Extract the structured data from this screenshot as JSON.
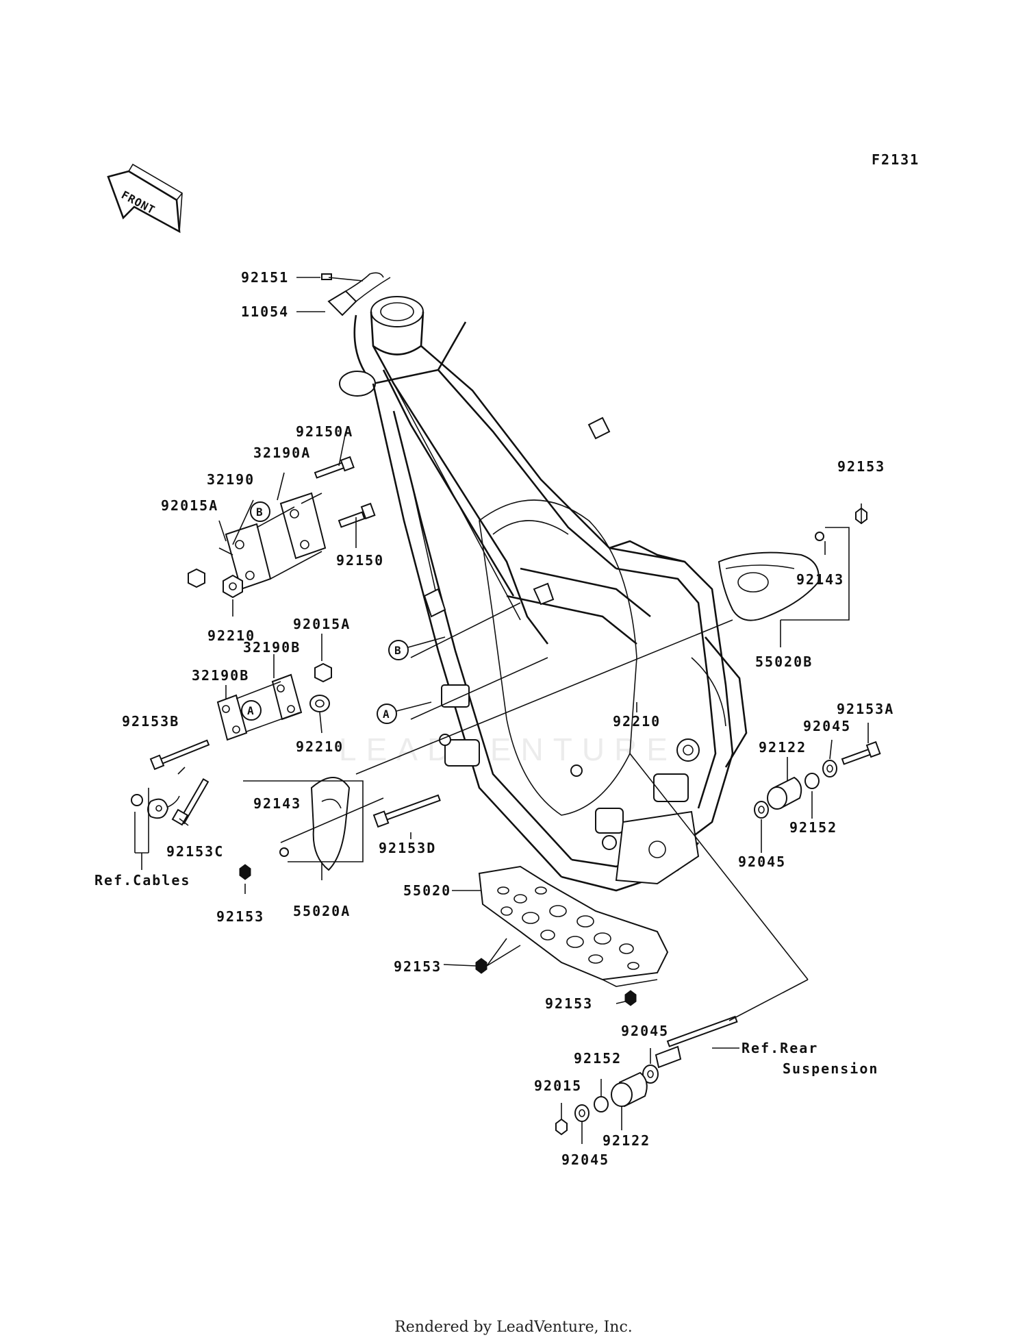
{
  "diagram": {
    "figure_code": "F2131",
    "front_arrow_text": "FRONT",
    "watermark": "LEADVENTURE",
    "footer": "Rendered by LeadVenture, Inc."
  },
  "labels": {
    "l92151": "92151",
    "l11054": "11054",
    "l92150A": "92150A",
    "l32190A": "32190A",
    "l32190": "32190",
    "l92015A_top": "92015A",
    "l92150": "92150",
    "l92210_top": "92210",
    "l92015A_mid": "92015A",
    "l32190B_a": "32190B",
    "l32190B_b": "32190B",
    "l92153B": "92153B",
    "l92210_mid": "92210",
    "l92153C": "92153C",
    "l92143_left": "92143",
    "l92153_left": "92153",
    "l55020A": "55020A",
    "l92153D": "92153D",
    "l92210_frame": "92210",
    "l92153_tr": "92153",
    "l92143_right": "92143",
    "l55020B": "55020B",
    "l92153A": "92153A",
    "l92045_r1": "92045",
    "l92122_r": "92122",
    "l92152_r": "92152",
    "l92045_r2": "92045",
    "l55020": "55020",
    "l92153_bl": "92153",
    "l92153_bc": "92153",
    "l92045_b1": "92045",
    "l92152_b": "92152",
    "l92015_b": "92015",
    "l92122_b": "92122",
    "l92045_b2": "92045",
    "ref_cables": "Ref.Cables",
    "ref_rear_1": "Ref.Rear",
    "ref_rear_2": "Suspension",
    "callout_A1": "A",
    "callout_A2": "A",
    "callout_B1": "B",
    "callout_B2": "B"
  }
}
